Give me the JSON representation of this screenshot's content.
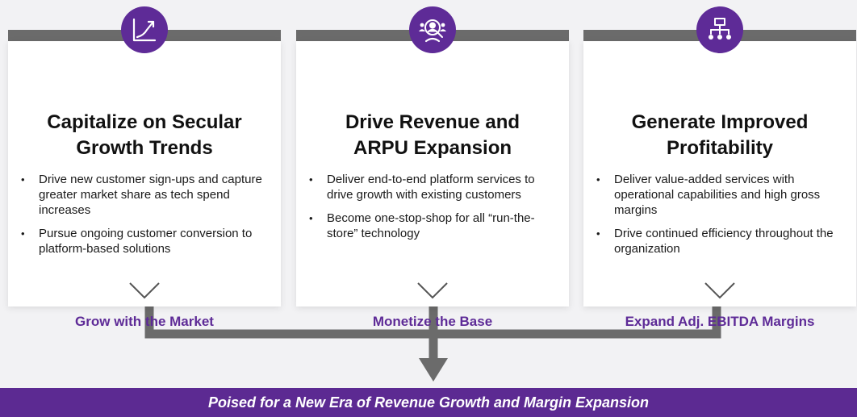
{
  "columns": [
    {
      "icon": "trend-chart-icon",
      "title_line1": "Capitalize on Secular",
      "title_line2": "Growth Trends",
      "bullets": [
        "Drive new customer sign-ups and capture greater market share as tech spend increases",
        "Pursue ongoing customer conversion to platform-based solutions"
      ],
      "outcome": "Grow with the Market"
    },
    {
      "icon": "customer-search-icon",
      "title_line1": "Drive Revenue and",
      "title_line2": "ARPU Expansion",
      "bullets": [
        "Deliver end-to-end platform services to drive growth with existing customers",
        "Become one-stop-shop for all “run-the-store” technology"
      ],
      "outcome": "Monetize the Base"
    },
    {
      "icon": "hierarchy-icon",
      "title_line1": "Generate Improved",
      "title_line2": "Profitability",
      "bullets": [
        "Deliver value-added services with operational capabilities and high gross margins",
        "Drive continued efficiency throughout the organization"
      ],
      "outcome": "Expand Adj. EBITDA Margins"
    }
  ],
  "banner": "Poised for a New Era of Revenue Growth and Margin Expansion",
  "colors": {
    "accent": "#5e2b97",
    "banner": "#5c2a92",
    "connector": "#6b6b6b",
    "background": "#f2f2f4"
  }
}
